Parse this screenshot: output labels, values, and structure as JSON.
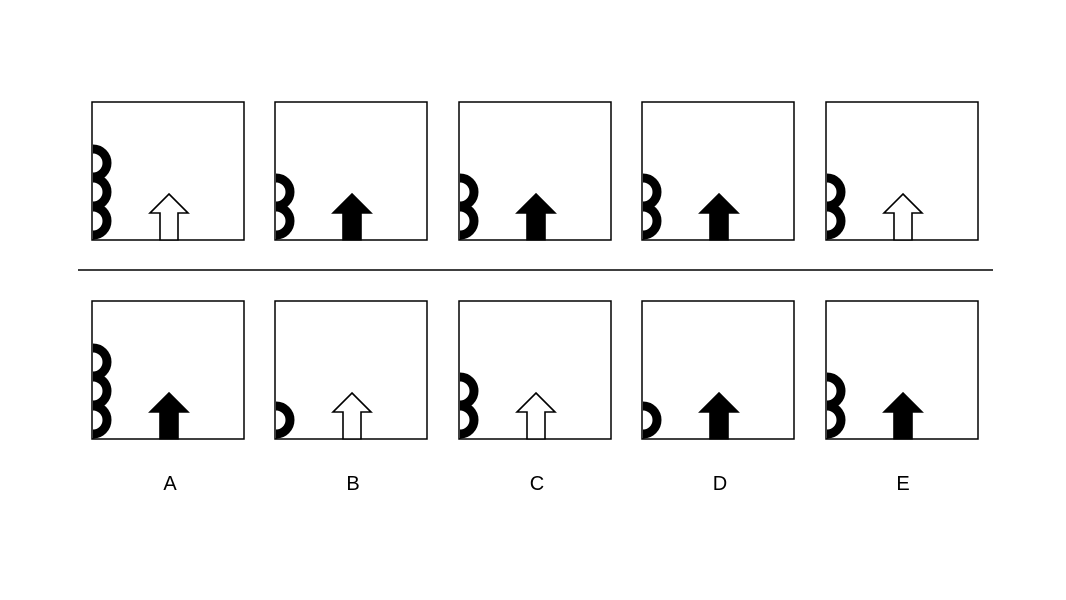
{
  "puzzle": {
    "colors": {
      "stroke": "#000000",
      "fill_solid": "#000000",
      "fill_hollow": "#ffffff",
      "background": "#ffffff"
    },
    "sequence": [
      {
        "bumps": 3,
        "arrow": "hollow"
      },
      {
        "bumps": 2,
        "arrow": "solid"
      },
      {
        "bumps": 2,
        "arrow": "solid"
      },
      {
        "bumps": 2,
        "arrow": "solid"
      },
      {
        "bumps": 2,
        "arrow": "hollow"
      }
    ],
    "options": [
      {
        "label": "A",
        "bumps": 3,
        "arrow": "solid"
      },
      {
        "label": "B",
        "bumps": 1,
        "arrow": "hollow"
      },
      {
        "label": "C",
        "bumps": 2,
        "arrow": "hollow"
      },
      {
        "label": "D",
        "bumps": 1,
        "arrow": "solid"
      },
      {
        "label": "E",
        "bumps": 2,
        "arrow": "solid"
      }
    ]
  }
}
